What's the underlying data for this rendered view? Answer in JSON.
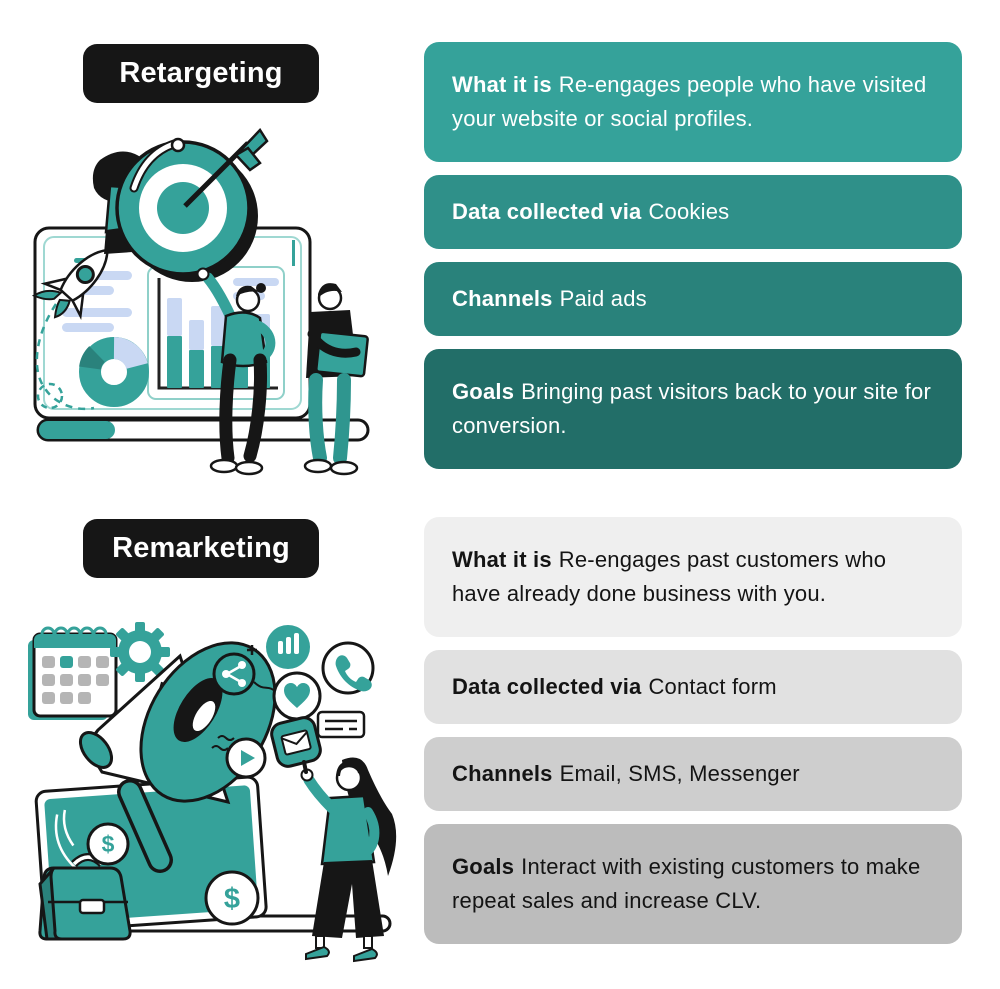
{
  "palette": {
    "teal": "#35a29a",
    "teal_dark": "#2a827c",
    "ink": "#161616",
    "lavender": "#c9d8f3",
    "white": "#ffffff"
  },
  "sections": [
    {
      "label": "Retargeting",
      "illustration": "team-hitting-target-on-analytics-dashboard",
      "cards": [
        {
          "title": "What it is",
          "body": "Re-engages people who have visited your website or social profiles.",
          "bg": "#35a29a"
        },
        {
          "title": "Data collected via",
          "body": "Cookies",
          "bg": "#2f9089"
        },
        {
          "title": "Channels",
          "body": "Paid ads",
          "bg": "#29827b"
        },
        {
          "title": "Goals",
          "body": "Bringing past visitors back to your site for conversion.",
          "bg": "#226e68"
        }
      ]
    },
    {
      "label": "Remarketing",
      "illustration": "megaphone-on-laptop-with-channel-icons",
      "cards": [
        {
          "title": "What it is",
          "body": "Re-engages past customers who have already done business with you.",
          "bg": "#efefef"
        },
        {
          "title": "Data collected via",
          "body": "Contact form",
          "bg": "#e1e1e1"
        },
        {
          "title": "Channels",
          "body": "Email, SMS, Messenger",
          "bg": "#cecece"
        },
        {
          "title": "Goals",
          "body": "Interact with existing customers to make repeat sales and increase CLV.",
          "bg": "#bcbcbc"
        }
      ]
    }
  ],
  "illustration_glyphs": {
    "coin_symbol": "$"
  },
  "icons": [
    "target-icon",
    "dart-icon",
    "rocket-icon",
    "bar-chart",
    "donut-chart",
    "laptop",
    "calendar-icon",
    "gear-icon",
    "megaphone-icon",
    "share-icon",
    "chart-circle-icon",
    "phone-icon",
    "heart-icon",
    "comment-icon",
    "envelope-icon",
    "play-icon",
    "dollar-coin",
    "briefcase-icon"
  ]
}
